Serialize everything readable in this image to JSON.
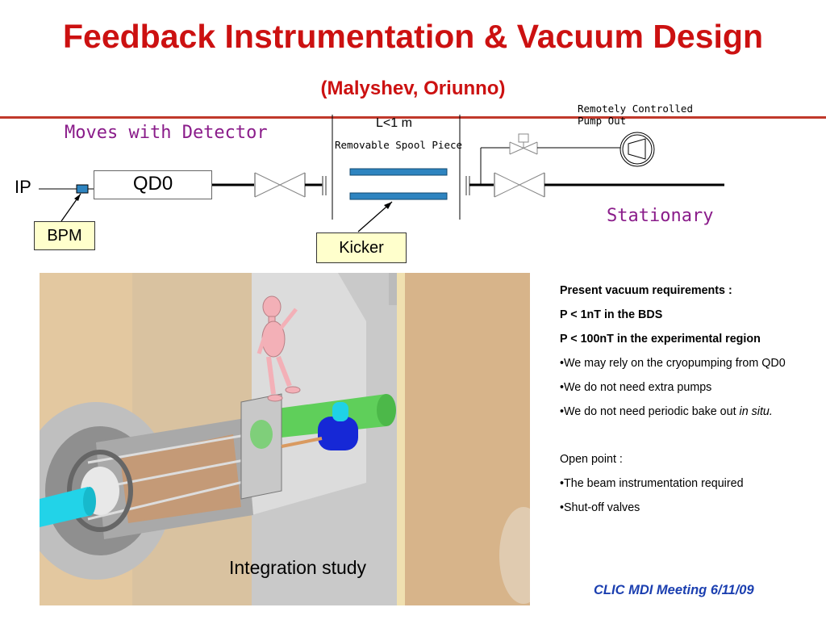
{
  "slide": {
    "title": "Feedback Instrumentation & Vacuum Design",
    "subtitle": "(Malyshev, Oriunno)",
    "footer": "CLIC MDI Meeting 6/11/09"
  },
  "diagram": {
    "moves_label": "Moves with Detector",
    "stationary_label": "Stationary",
    "length_label": "L<1 m",
    "spool_label": "Removable Spool Piece",
    "pump_label_line1": "Remotely Controlled",
    "pump_label_line2": "Pump Out",
    "ip_label": "IP",
    "qd0_label": "QD0",
    "bpm_label": "BPM",
    "kicker_label": "Kicker",
    "colors": {
      "title": "#cc1111",
      "magenta_labels": "#8a1c8a",
      "kicker_plates": "#2e84c0",
      "callout_boxes": "#ffffcc",
      "rule": "#c0392b"
    }
  },
  "render": {
    "caption": "Integration study"
  },
  "notes": {
    "heading": "Present vacuum requirements :",
    "req1": "P < 1nT in the BDS",
    "req2": "P < 100nT in the experimental region",
    "b1": "•We may rely on the cryopumping from QD0",
    "b2": "•We do not need extra pumps",
    "b3_main": "•We do not need periodic bake out ",
    "b3_italic": "in situ.",
    "open_heading": "Open point :",
    "o1": "•The beam instrumentation required",
    "o2": "•Shut-off valves"
  }
}
